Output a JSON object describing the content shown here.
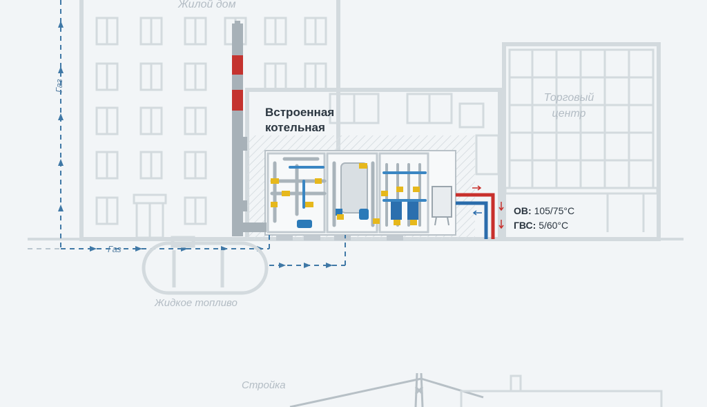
{
  "labels": {
    "residential": "Жилой дом",
    "mall": "Торговый центр",
    "boiler_title_line1": "Встроенная",
    "boiler_title_line2": "котельная",
    "gas_vertical": "Газ",
    "gas_horizontal": "Газ",
    "liquid_fuel": "Жидкое топливо",
    "construction": "Стройка"
  },
  "params": {
    "heating_key": "ОВ:",
    "heating_value": "105/75°C",
    "hot_water_key": "ГВС:",
    "hot_water_value": "5/60°C"
  },
  "colors": {
    "background": "#f2f5f7",
    "building_line": "#d3dade",
    "gas_blue": "#3f78a6",
    "hot_red": "#c8302c",
    "cold_blue": "#2a6cab",
    "equipment_yellow": "#e6b81c",
    "pump_blue": "#2b7ab8",
    "chimney_red": "#c4332f"
  }
}
